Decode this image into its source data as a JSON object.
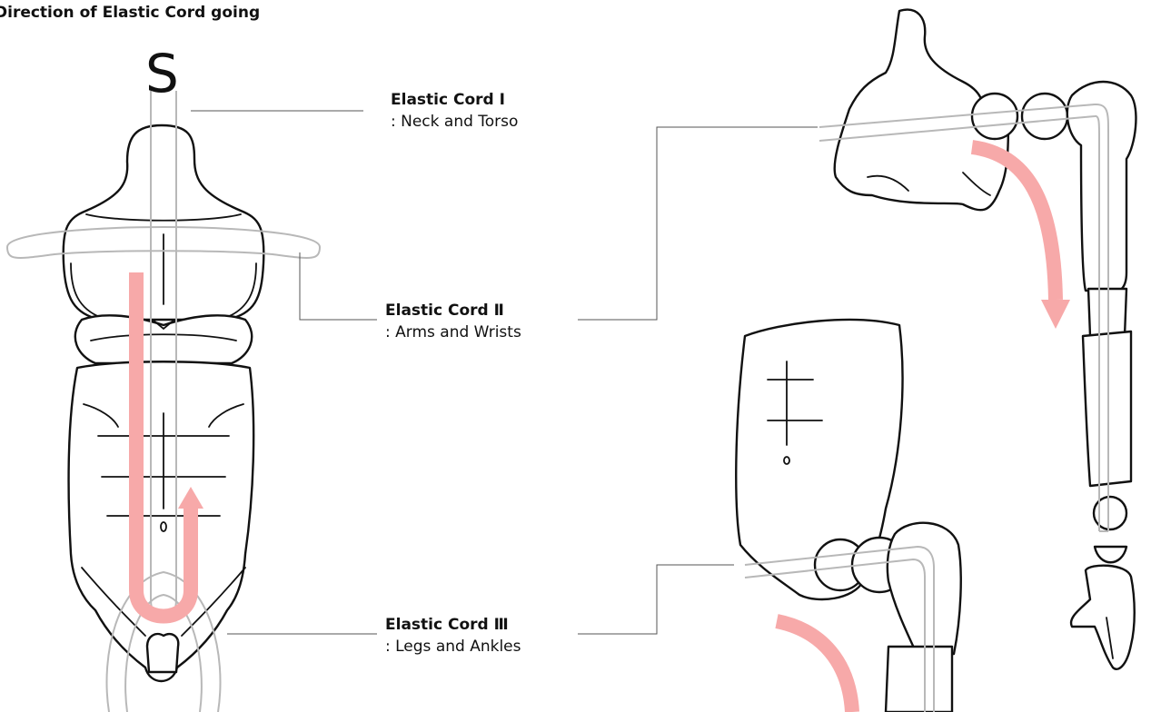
{
  "title": "Direction of Elastic Cord going",
  "start_marker": "S",
  "labels": [
    {
      "head": "Elastic Cord Ⅰ",
      "sub": ": Neck and Torso"
    },
    {
      "head": "Elastic Cord Ⅱ",
      "sub": ": Arms and Wrists"
    },
    {
      "head": "Elastic Cord Ⅲ",
      "sub": ": Legs and Ankles"
    }
  ],
  "colors": {
    "arrow": "#f7a9a9",
    "cord": "#b8b8b8",
    "outline": "#111111"
  }
}
